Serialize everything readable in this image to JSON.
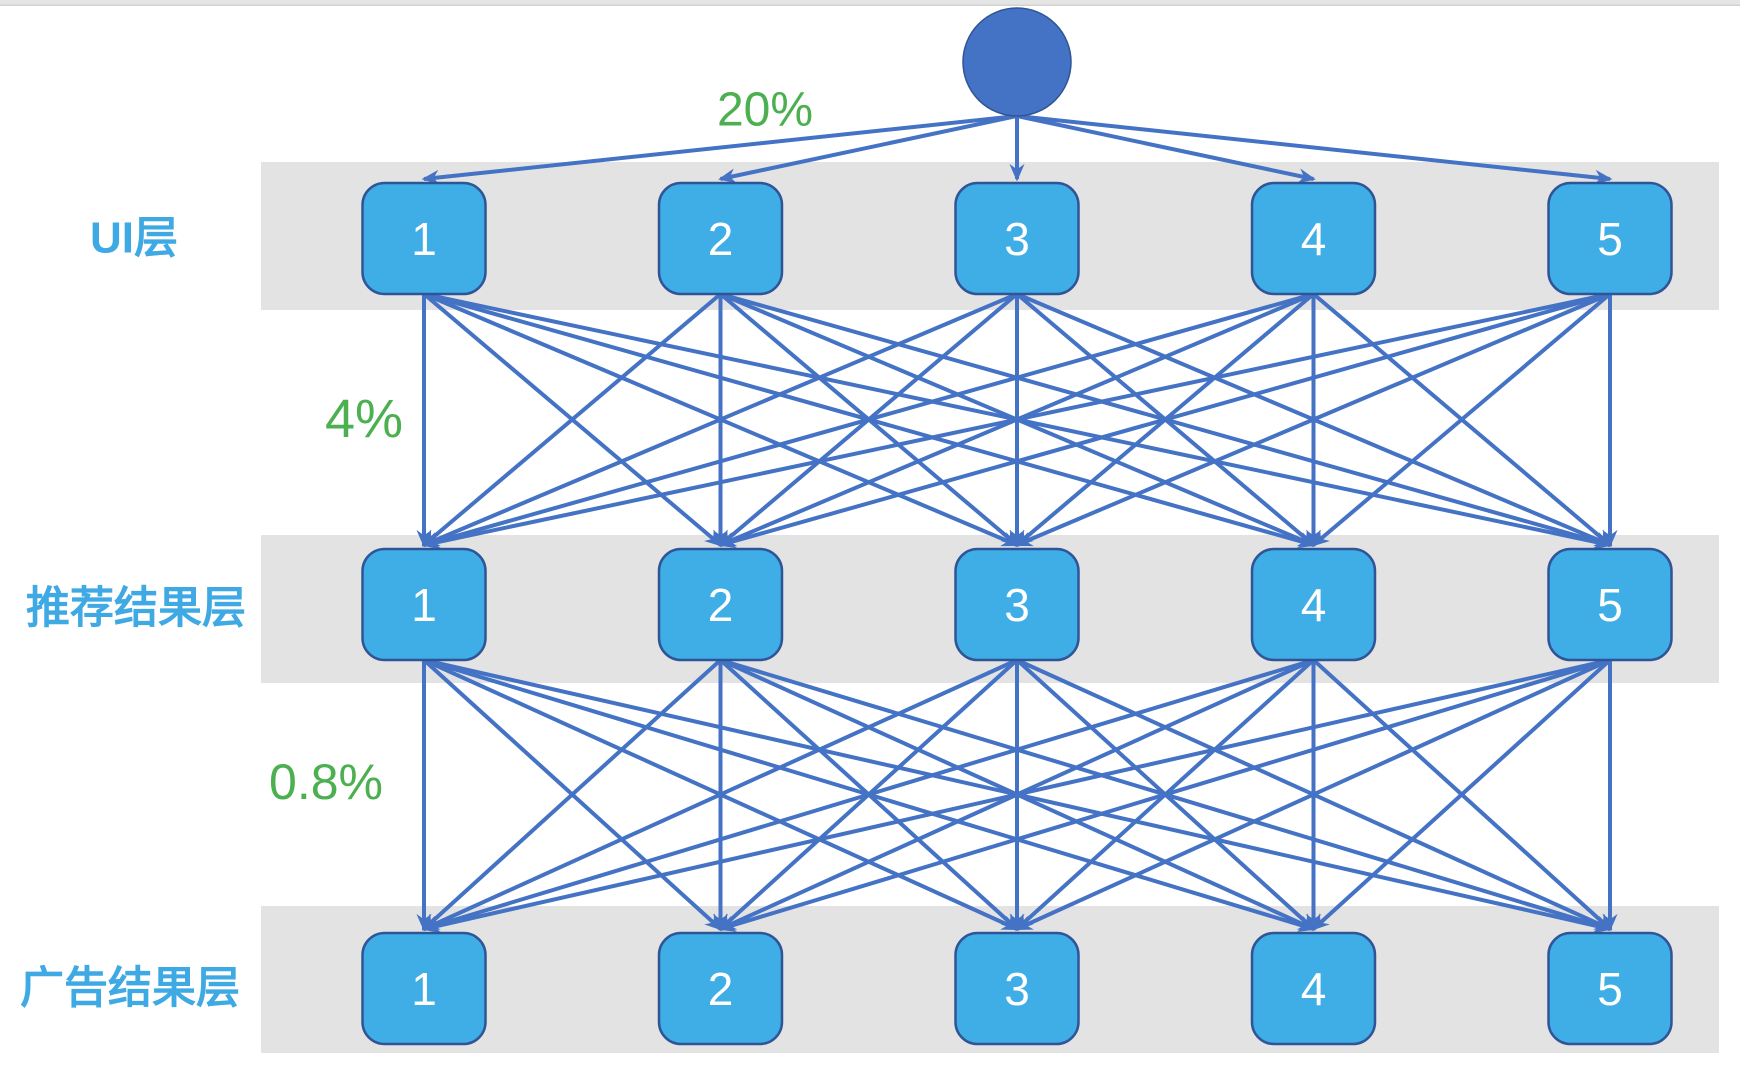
{
  "diagram": {
    "root": {
      "shape": "circle",
      "label": ""
    },
    "funnel_labels": {
      "root_to_ui": "20%",
      "ui_to_recommend": "4%",
      "recommend_to_ad": "0.8%"
    },
    "layers": [
      {
        "label": "UI层",
        "nodes": [
          "1",
          "2",
          "3",
          "4",
          "5"
        ]
      },
      {
        "label": "推荐结果层",
        "nodes": [
          "1",
          "2",
          "3",
          "4",
          "5"
        ]
      },
      {
        "label": "广告结果层",
        "nodes": [
          "1",
          "2",
          "3",
          "4",
          "5"
        ]
      }
    ],
    "colors": {
      "arrow_blue": "#4472c4",
      "root_circle_fill": "#4472c4",
      "node_fill": "#3fade6",
      "node_border": "#2f5597",
      "band_gray": "#e3e3e3",
      "layer_label_blue": "#3fa9e4",
      "percent_green": "#4caf50"
    }
  }
}
